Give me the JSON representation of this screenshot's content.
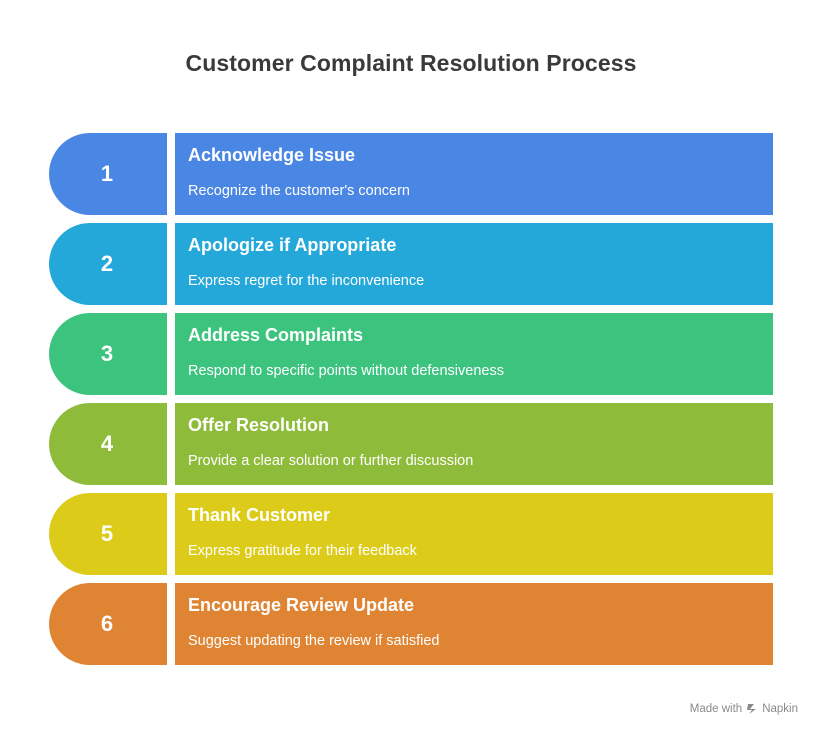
{
  "title": "Customer Complaint Resolution Process",
  "steps": [
    {
      "number": "1",
      "heading": "Acknowledge Issue",
      "description": "Recognize the customer's concern",
      "color": "#4a86e4"
    },
    {
      "number": "2",
      "heading": "Apologize if Appropriate",
      "description": "Express regret for the inconvenience",
      "color": "#23a8d9"
    },
    {
      "number": "3",
      "heading": "Address Complaints",
      "description": "Respond to specific points without defensiveness",
      "color": "#3cc47f"
    },
    {
      "number": "4",
      "heading": "Offer Resolution",
      "description": "Provide a clear solution or further discussion",
      "color": "#8fbb3a"
    },
    {
      "number": "5",
      "heading": "Thank Customer",
      "description": "Express gratitude for their feedback",
      "color": "#dccc19"
    },
    {
      "number": "6",
      "heading": "Encourage Review Update",
      "description": "Suggest updating the review if satisfied",
      "color": "#df8433"
    }
  ],
  "branding": {
    "made_with": "Made with",
    "brand_name": "Napkin",
    "icon": "napkin-logo-icon"
  }
}
